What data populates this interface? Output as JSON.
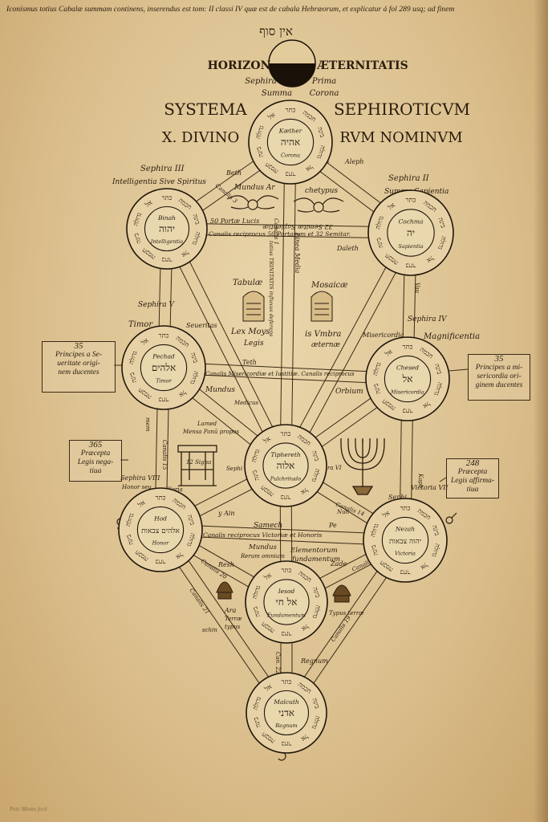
{
  "caption": "Iconismus totius Cabalæ summam continens, inserendus est tom: II classi IV quæ est de cabala Hebræorum, et explicatur á fol 289 usq; ad finem",
  "hebrew_top": "אין סוף",
  "title": {
    "horizon_left": "HORIZON",
    "horizon_right": "ÆTERNITATIS",
    "sephira": "Sephira",
    "prima": "Prima",
    "summa": "Summa",
    "corona": "Corona",
    "line1_left": "SYSTEMA",
    "line1_right": "SEPHIROTICVM",
    "line2_left": "X. DIVINO",
    "line2_right": "RVM NOMINVM"
  },
  "circle_ring_text": [
    "כתר",
    "חכמה",
    "בינה",
    "גדולה",
    "אל"
  ],
  "sephiroth": {
    "kether": {
      "name": "Kæther",
      "hebrew": "אהיה",
      "meaning": "Corona"
    },
    "binah": {
      "name": "Binah",
      "hebrew": "יהוה",
      "meaning": "Intelligentia"
    },
    "cochma": {
      "name": "Cochma",
      "hebrew": "יה",
      "meaning": "Sapientia"
    },
    "pechad": {
      "name": "Pechad",
      "hebrew": "אלהים",
      "meaning": "Timor"
    },
    "chesed": {
      "name": "Chesed",
      "hebrew": "אל",
      "meaning": "Misericordia"
    },
    "tiphereth": {
      "name": "Tiphereth",
      "hebrew": "אלוה",
      "meaning": "Pulchritudo"
    },
    "hod": {
      "name": "Hod",
      "hebrew": "אלהים צבאות",
      "meaning": "Honor"
    },
    "nezah": {
      "name": "Nezah",
      "hebrew": "יהוה צבאות",
      "meaning": "Victoria"
    },
    "iesod": {
      "name": "Iesod",
      "hebrew": "אל חי",
      "meaning": "Fundamentum"
    },
    "malcuth": {
      "name": "Malcuth",
      "hebrew": "אדני",
      "meaning": "Regnum"
    }
  },
  "labels": {
    "sephira_iii": "Sephira III",
    "intelligentia": "Intelligentia Sive Spiritus",
    "sephira_ii": "Sephira II",
    "summa_sapientia": "Summa    Sapientia",
    "mundus_archetypus_l": "Mundus Ar",
    "mundus_archetypus_r": "chetypus",
    "portae_lucis": "50 Portæ Lucis",
    "semitae": "32 Semitæ Sapientiæ",
    "canalis_reciprocus": "Canalis reciprocus 50 Portarum et 32 Semitar.",
    "daleth": "Daleth",
    "tabulae": "Tabulæ",
    "mosaicae": "Mosaicæ",
    "lex_moys": "Lex Moys",
    "legis": "Legis",
    "is_umbra": "is Vmbra",
    "aeternae": "æternæ",
    "linea_media": "Linea Media",
    "totius_trinitatis": "totius TRINITATIS influxus deferens",
    "sephira_v": "Sephira V",
    "timor": "Timor",
    "severitas": "Seueritas",
    "sephira_iv": "Sephira IV",
    "misericordia": "Misericordia",
    "magnificentia": "Magnificentia",
    "teth": "Teth",
    "canalis_mis": "Canalis Misericordiæ et Iustitiæ. Canalis reciprocus",
    "mundus": "Mundus",
    "medicus": "Medicus",
    "orbium": "Orbium",
    "mensa": "Mensa Panū propos",
    "signa": "12 Signa",
    "sephi": "Sephi",
    "ra_vi": "ra VI",
    "sephira_viii": "Sephira VIII",
    "honor_seu": "Honor seu",
    "gloria": "Gloria",
    "victoria_vii": "Victoria VII",
    "sephi_right": "Sephi",
    "y_ain": "y Ain",
    "samech": "Samech",
    "pe": "Pe",
    "canalis_recip_victoriae": "Canalis reciprocus Victoriæ et Honoris",
    "mundus_rerum": "Mundus",
    "rerum_omnium": "Rerum omnium",
    "elementorum": "Elementorum",
    "fundamentum": "fundamentum",
    "resh": "Resh",
    "zade": "Zade",
    "ara": "Ara",
    "terrae": "Terræ",
    "typus": "typus",
    "typus_terrae": "Typus terræ",
    "regnum": "Regnum",
    "schin": "schin",
    "kaph": "Kaph",
    "vau": "Vau",
    "aleph": "Aleph",
    "beth": "Beth",
    "nun": "Nun",
    "lamed": "Lamed",
    "mem": "mem",
    "canalis_1": "Canalis 1",
    "canalis_2": "Canalis 2",
    "canalis_3": "Canalis 3",
    "canalis_14": "Canalis 14",
    "canalis_15": "Canalis 15",
    "canalis_18": "Canalis 18",
    "canalis_19": "Canalis 19",
    "canalis_20": "Canalis 20",
    "canalis_21": "Canalis 21",
    "canalis_22": "Can. 22"
  },
  "side_boxes": {
    "left_35": {
      "num": "35",
      "lines": [
        "Principes a Se-",
        "ueritate origi-",
        "nem ducentes"
      ]
    },
    "right_35": {
      "num": "35",
      "lines": [
        "Principes a mi-",
        "sericordia ori-",
        "ginem ducentes"
      ]
    },
    "left_365": {
      "num": "365",
      "lines": [
        "Præcepta",
        "Legis nega-",
        "tiua"
      ]
    },
    "right_248": {
      "num": "248",
      "lines": [
        "Præcepta",
        "Legis affirma-",
        "tiua"
      ]
    }
  },
  "signature": "Petr. Miotte fecit"
}
